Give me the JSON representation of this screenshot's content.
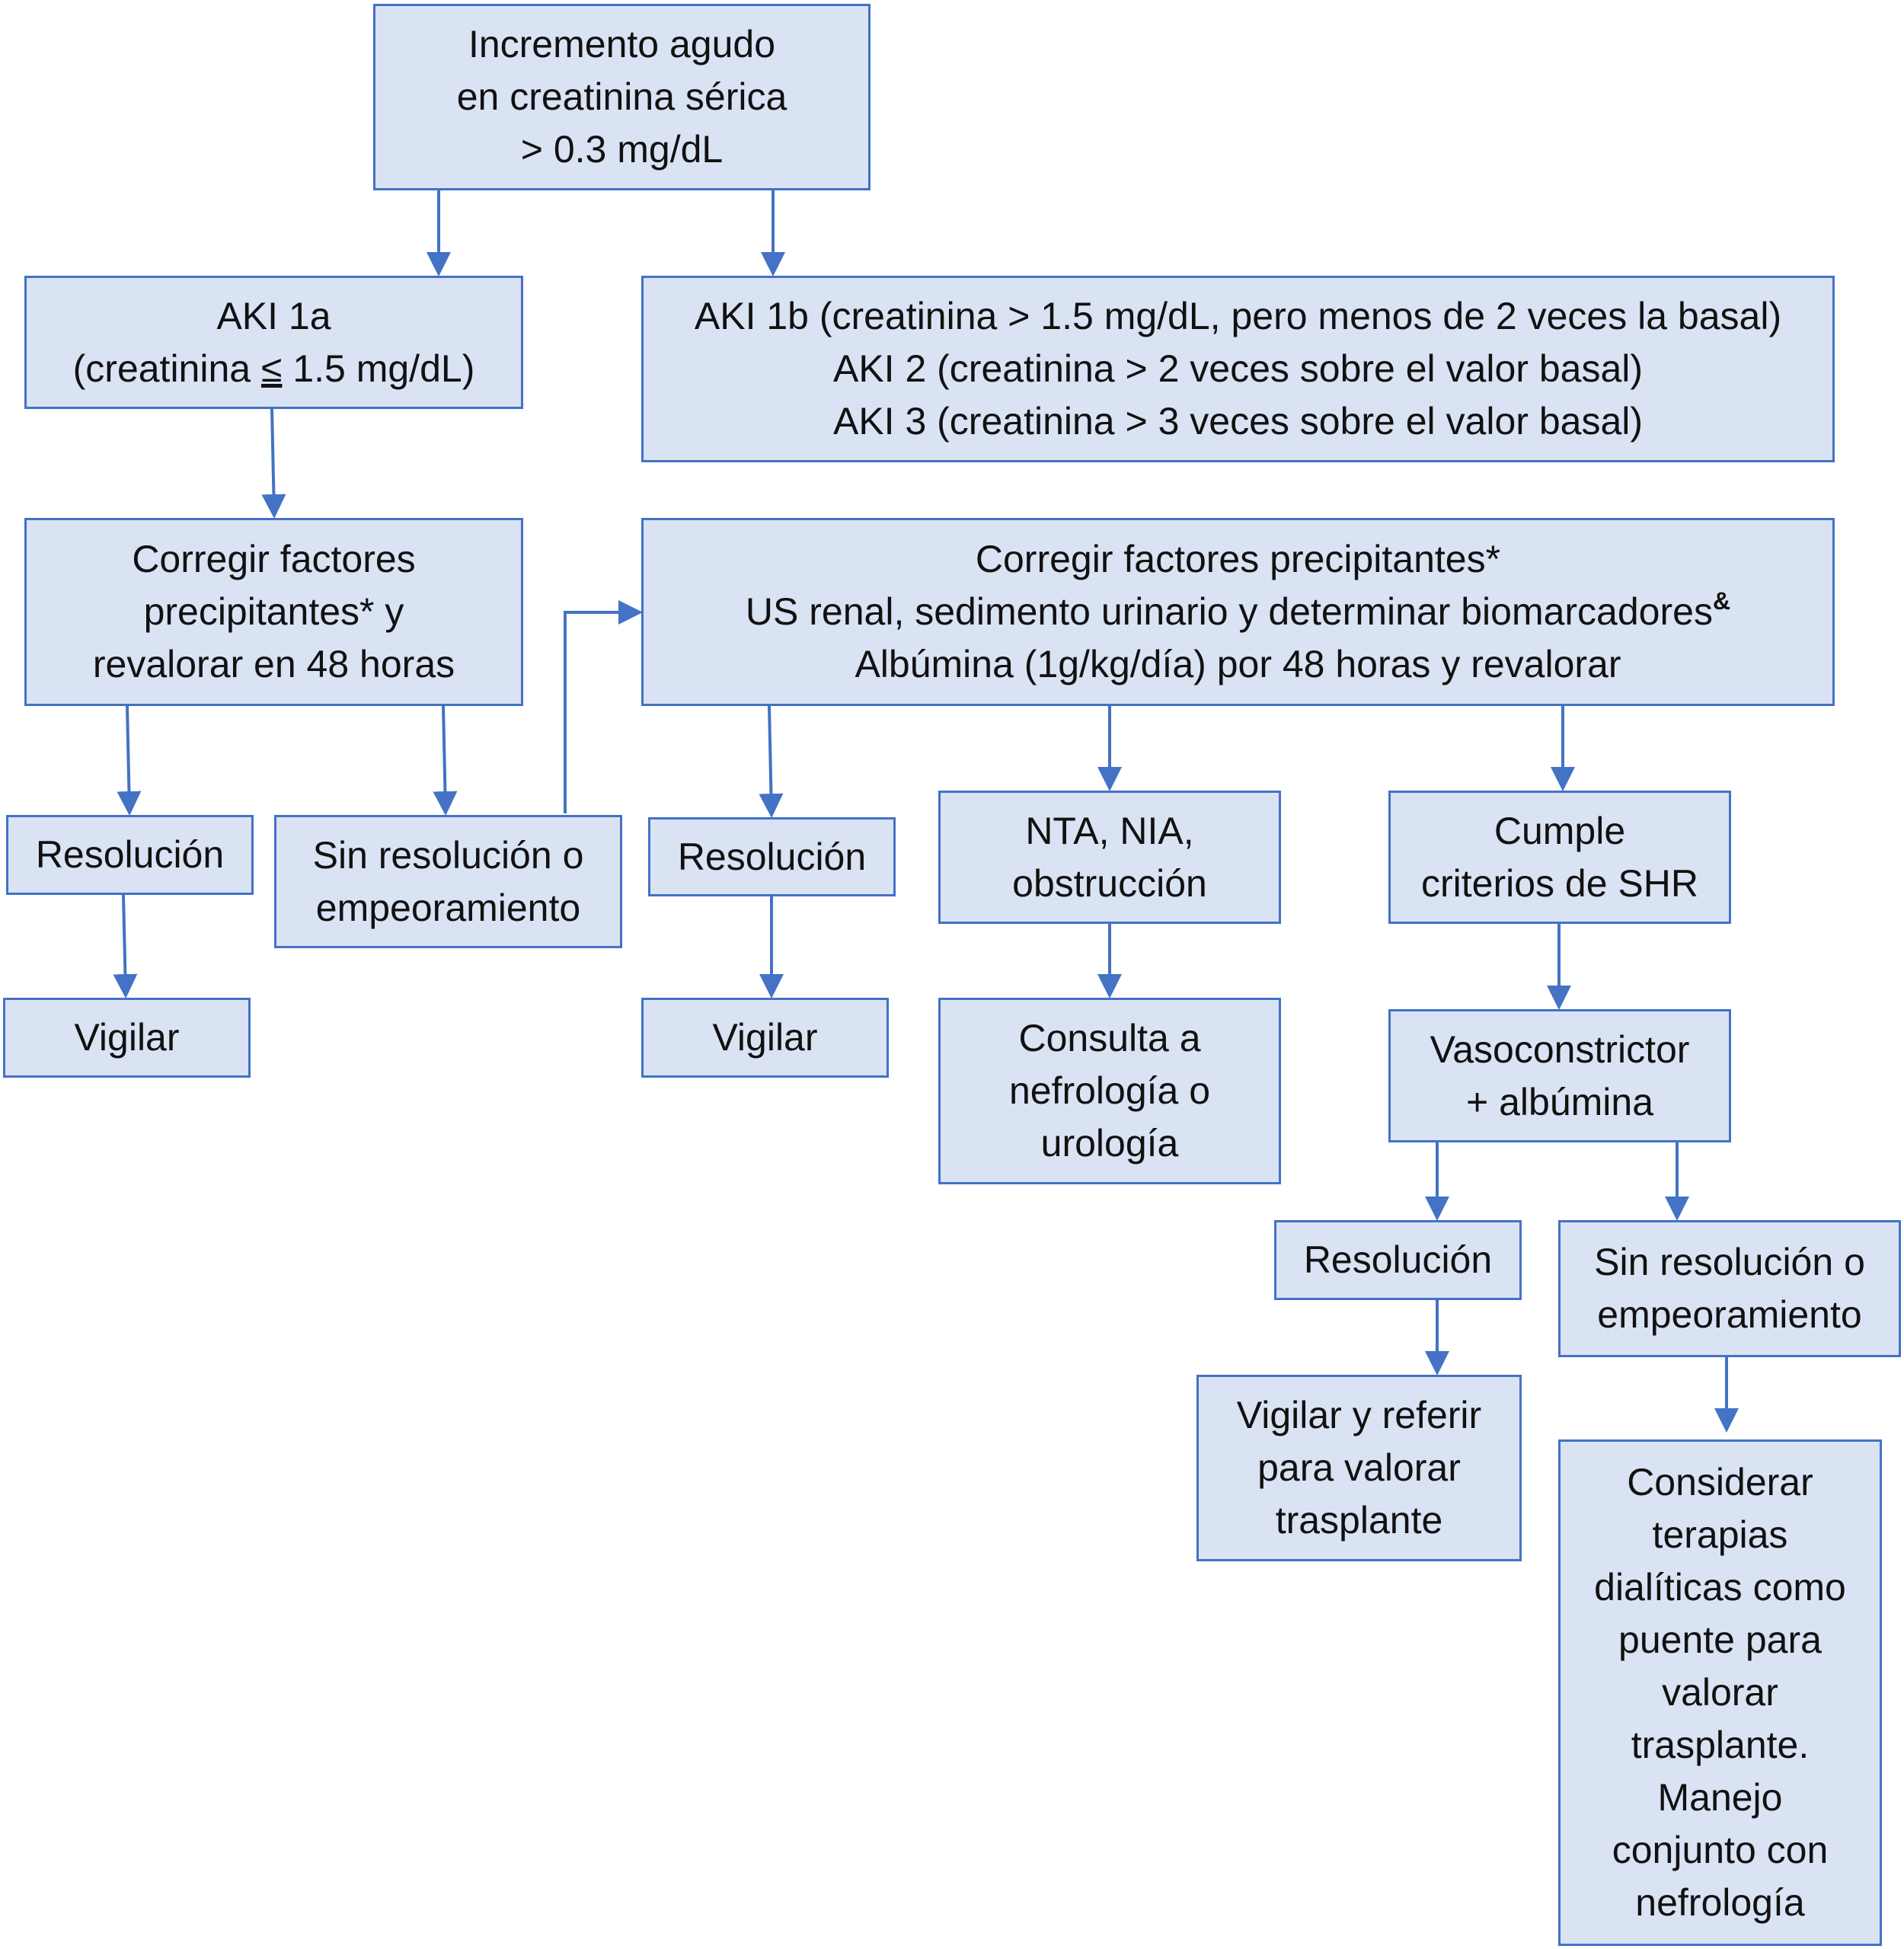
{
  "nodes": {
    "start": {
      "line1": "Incremento agudo",
      "line2": "en creatinina sérica",
      "line3": "> 0.3 mg/dL"
    },
    "aki1a": {
      "line1": "AKI 1a",
      "line2_pre": "(creatinina ",
      "line2_sym": "≤",
      "line2_post": " 1.5 mg/dL)"
    },
    "aki_higher": {
      "line1": "AKI 1b (creatinina > 1.5 mg/dL, pero menos de 2 veces la basal)",
      "line2": "AKI 2 (creatinina > 2 veces sobre el valor basal)",
      "line3": "AKI 3 (creatinina > 3 veces sobre el valor basal)"
    },
    "correct_left": {
      "line1": "Corregir factores",
      "line2": "precipitantes* y",
      "line3": "revalorar en 48 horas"
    },
    "correct_right": {
      "line1": "Corregir factores precipitantes*",
      "line2": "US renal, sedimento urinario y determinar biomarcadores",
      "line2_sup": "&",
      "line3": "Albúmina (1g/kg/día) por 48 horas y revalorar"
    },
    "resolution_left": {
      "text": "Resolución"
    },
    "no_resolution_left": {
      "line1": "Sin resolución o",
      "line2": "empeoramiento"
    },
    "watch_left": {
      "text": "Vigilar"
    },
    "resolution_mid": {
      "text": "Resolución"
    },
    "watch_mid": {
      "text": "Vigilar"
    },
    "nta": {
      "line1": "NTA, NIA,",
      "line2": "obstrucción"
    },
    "consult": {
      "line1": "Consulta a",
      "line2": "nefrología o",
      "line3": "urología"
    },
    "shr": {
      "line1": "Cumple",
      "line2": "criterios de SHR"
    },
    "vaso": {
      "line1": "Vasoconstrictor",
      "line2": "+ albúmina"
    },
    "resolution_shr": {
      "text": "Resolución"
    },
    "no_resolution_shr": {
      "line1": "Sin resolución o",
      "line2": "empeoramiento"
    },
    "watch_refer": {
      "line1": "Vigilar y referir",
      "line2": "para valorar",
      "line3": "trasplante"
    },
    "dialysis": {
      "lines": [
        "Considerar",
        "terapias",
        "dialíticas como",
        "puente para",
        "valorar",
        "trasplante.",
        "Manejo",
        "conjunto con",
        "nefrología"
      ]
    }
  },
  "colors": {
    "box_fill": "#dae3f3",
    "box_border": "#4472c4",
    "arrow": "#4472c4"
  }
}
